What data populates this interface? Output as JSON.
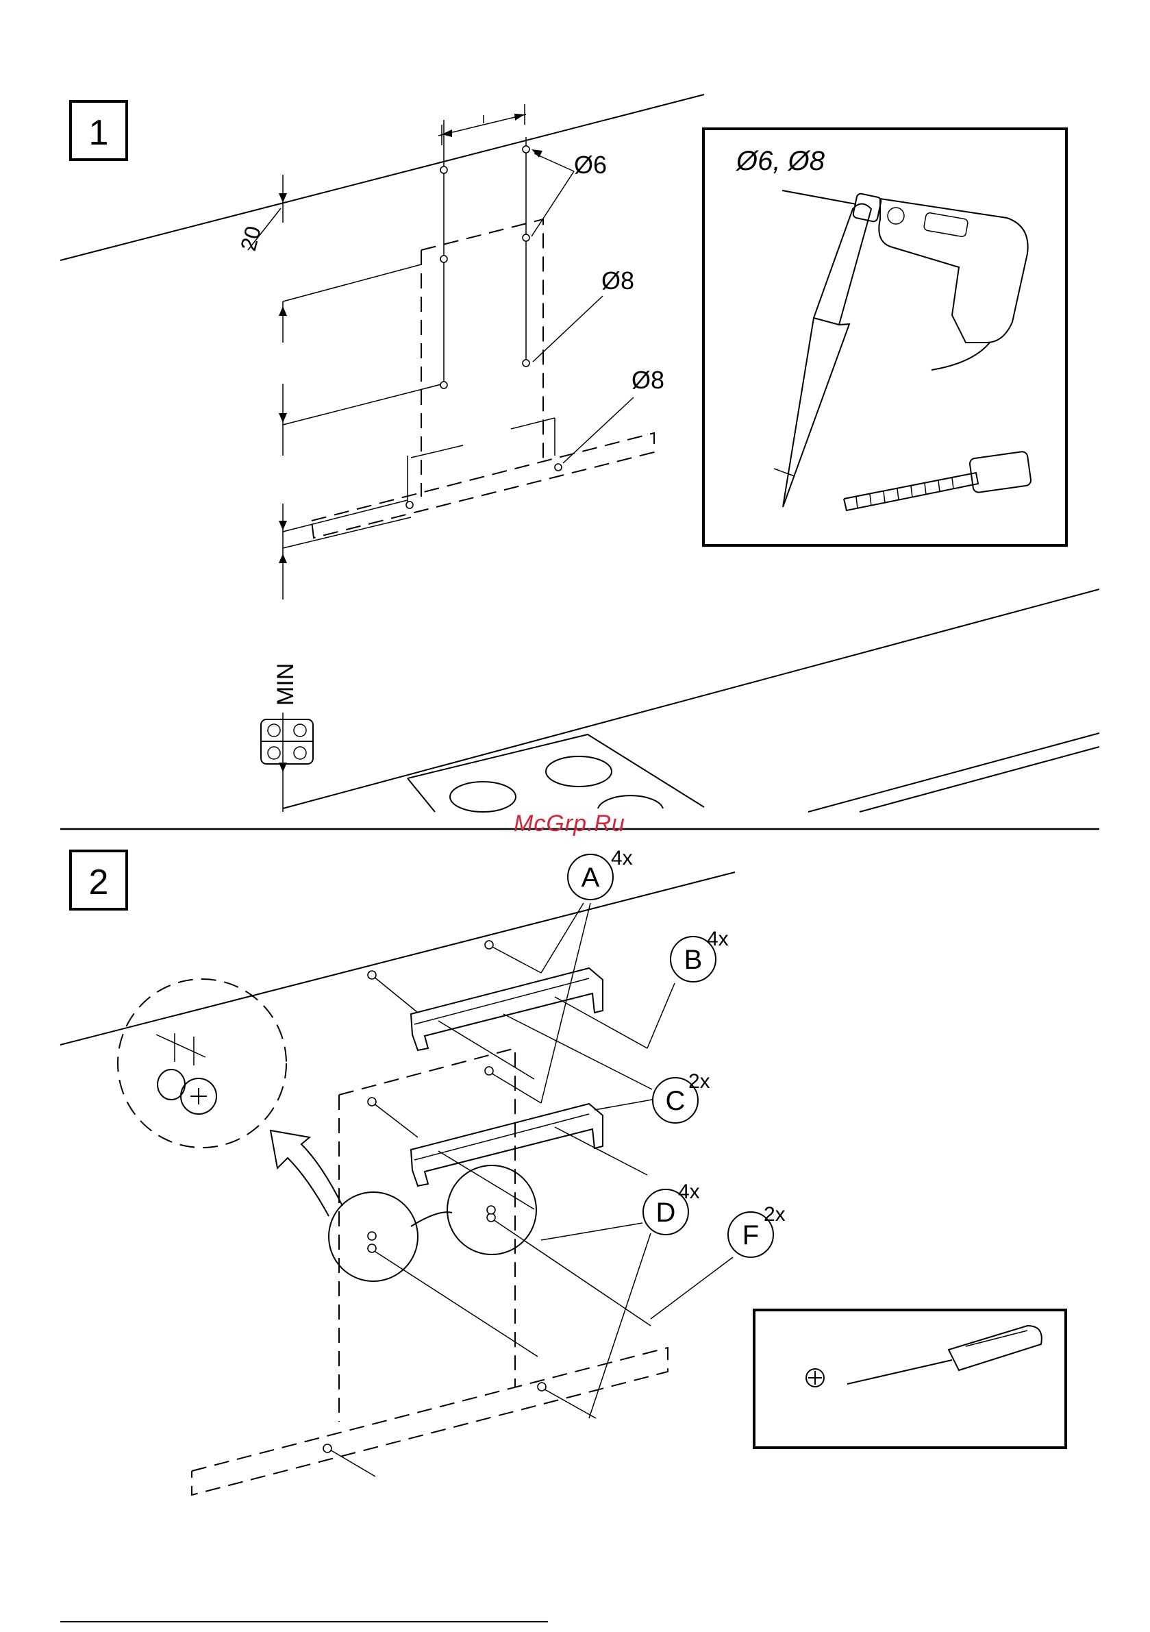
{
  "steps": [
    {
      "number": "1"
    },
    {
      "number": "2"
    }
  ],
  "step1": {
    "dimension_20": "20",
    "hole_d6": "Ø6",
    "hole_d8_upper": "Ø8",
    "hole_d8_lower": "Ø8",
    "min_label": "MIN",
    "tools_heading": "Ø6, Ø8"
  },
  "step2": {
    "parts": [
      {
        "letter": "A",
        "qty": "4x"
      },
      {
        "letter": "B",
        "qty": "4x"
      },
      {
        "letter": "C",
        "qty": "2x"
      },
      {
        "letter": "D",
        "qty": "4x"
      },
      {
        "letter": "F",
        "qty": "2x"
      }
    ]
  },
  "watermark": "McGrp.Ru",
  "icons": [
    "drill-icon",
    "pencil-icon",
    "tape-measure-icon",
    "screwdriver-icon",
    "phillips-head-icon",
    "hob-icon",
    "screw-detail-icon"
  ]
}
